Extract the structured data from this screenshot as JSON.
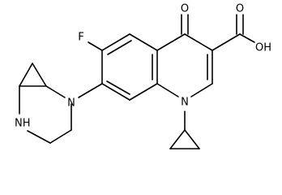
{
  "molecule": {
    "atoms": {
      "oxo_o": "O",
      "fluorine": "F",
      "acid_o": "O",
      "acid_oh": "OH",
      "ring_n1": "N",
      "piperazine_n": "N",
      "piperazine_nh": "NH"
    },
    "colors": {
      "ink": "#000000",
      "background": "#ffffff"
    }
  }
}
